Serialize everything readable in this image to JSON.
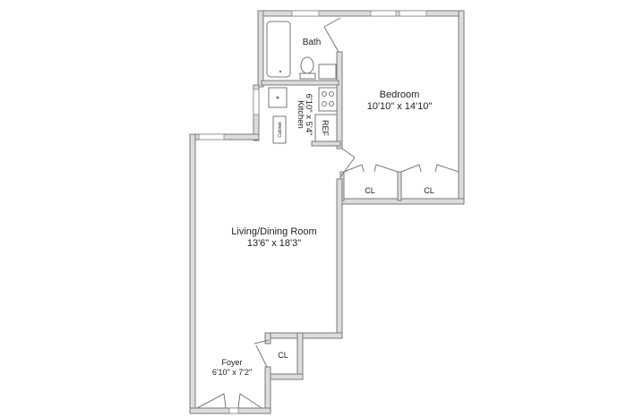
{
  "rooms": {
    "bath": {
      "name": "Bath"
    },
    "bedroom": {
      "name": "Bedroom",
      "dims": "10'10\" x 14'10\""
    },
    "kitchen": {
      "name": "Kitchen",
      "dims": "6'10\" x 5'4\"",
      "ref": "REF",
      "cabinet": "Cabinet"
    },
    "living": {
      "name": "Living/Dining Room",
      "dims": "13'6\" x 18'3\""
    },
    "foyer": {
      "name": "Foyer",
      "dims": "6'10\" x 7'2\""
    },
    "closets": [
      {
        "label": "CL"
      },
      {
        "label": "CL"
      },
      {
        "label": "CL"
      }
    ]
  },
  "colors": {
    "wall_fill": "#dcdcdc",
    "wall_stroke": "#7a7a7a"
  }
}
